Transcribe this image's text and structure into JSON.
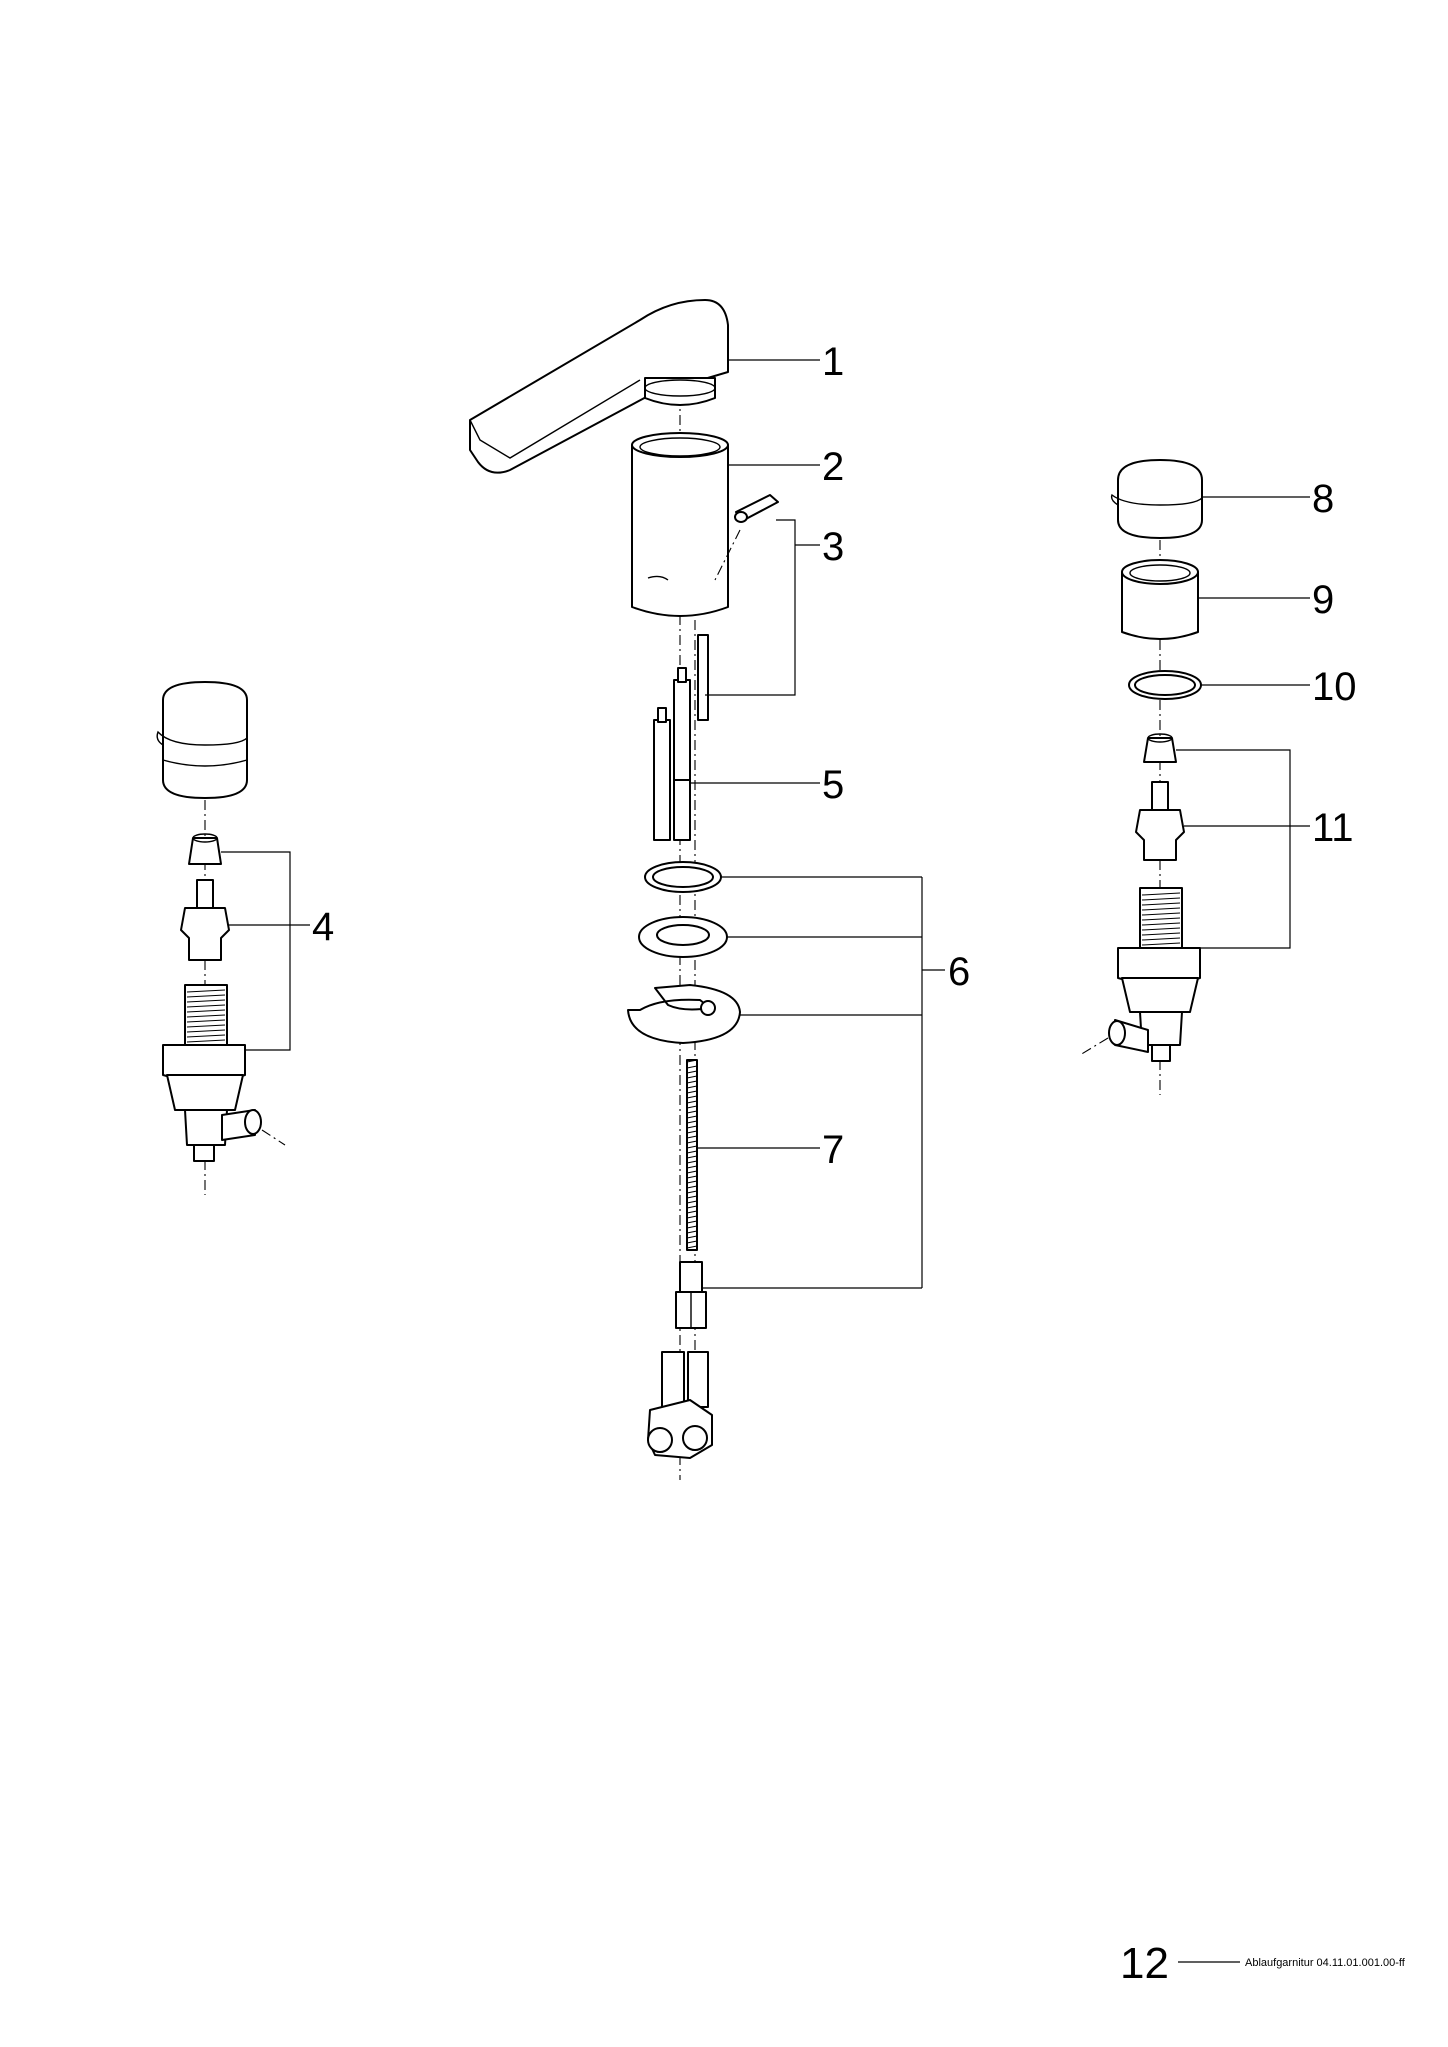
{
  "callouts": [
    {
      "id": "1",
      "label": "1"
    },
    {
      "id": "2",
      "label": "2"
    },
    {
      "id": "3",
      "label": "3"
    },
    {
      "id": "4",
      "label": "4"
    },
    {
      "id": "5",
      "label": "5"
    },
    {
      "id": "6",
      "label": "6"
    },
    {
      "id": "7",
      "label": "7"
    },
    {
      "id": "8",
      "label": "8"
    },
    {
      "id": "9",
      "label": "9"
    },
    {
      "id": "10",
      "label": "10"
    },
    {
      "id": "11",
      "label": "11"
    }
  ],
  "footer": {
    "page_number": "12",
    "reference": "Ablaufgarnitur 04.11.01.001.00-ff"
  }
}
